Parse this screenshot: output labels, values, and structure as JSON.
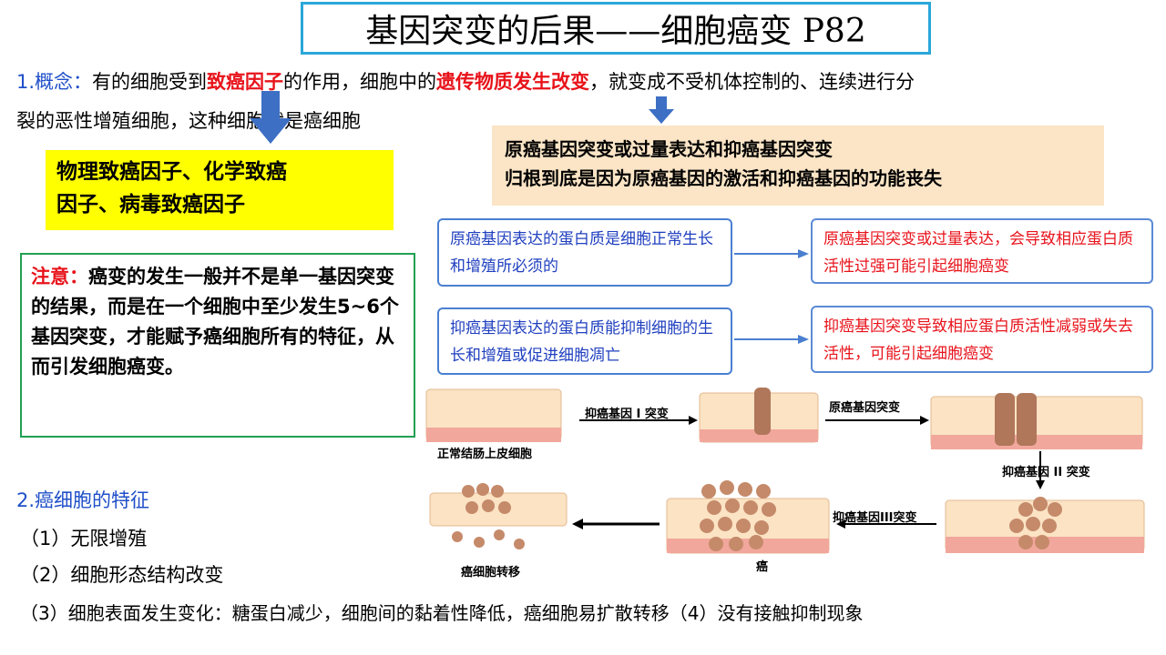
{
  "title": "基因突变的后果——细胞癌变 P82",
  "section1": {
    "number": "1.",
    "heading": "概念：",
    "text_a": "有的细胞受到",
    "highlight_a": "致癌因子",
    "text_b": "的作用，细胞中的",
    "highlight_b": "遗传物质发生改变",
    "text_c": "，就变成不受机体控制的、连续进行分",
    "line2": "裂的恶性增殖细胞，这种细胞就是癌细胞"
  },
  "carcinogen_box": {
    "line1": "物理致癌因子、化学致癌",
    "line2": "因子、病毒致癌因子"
  },
  "mechanism_box": {
    "line1": "原癌基因突变或过量表达和抑癌基因突变",
    "line2": "归根到底是因为原癌基因的激活和抑癌基因的功能丧失"
  },
  "note_box": {
    "label": "注意：",
    "text": "癌变的发生一般并不是单一基因突变的结果，而是在一个细胞中至少发生5~6个基因突变，才能赋予癌细胞所有的特征，从而引发细胞癌变。"
  },
  "gene_boxes": [
    {
      "text": "原癌基因表达的蛋白质是细胞正常生长和增殖所必须的",
      "color": "#1f3fbf"
    },
    {
      "text": "原癌基因突变或过量表达，会导致相应蛋白质活性过强可能引起细胞癌变",
      "color": "#e8131b"
    },
    {
      "text": "抑癌基因表达的蛋白质能抑制细胞的生长和增殖或促进细胞凋亡",
      "color": "#1f3fbf"
    },
    {
      "text": "抑癌基因突变导致相应蛋白质活性减弱或失去活性，可能引起细胞癌变",
      "color": "#e8131b"
    }
  ],
  "diagram": {
    "normal_label": "正常结肠上皮细胞",
    "step1": "抑癌基因 I 突变",
    "step2": "原癌基因突变",
    "step3": "抑癌基因 II 突变",
    "step4": "抑癌基因III突变",
    "cancer_label": "癌",
    "metastasis_label": "癌细胞转移"
  },
  "section2": {
    "heading": "2.癌细胞的特征",
    "item1": "（1）无限增殖",
    "item2": "（2）细胞形态结构改变",
    "item3": "（3）细胞表面发生变化：糖蛋白减少，细胞间的黏着性降低，癌细胞易扩散转移（4）没有接触抑制现象"
  },
  "colors": {
    "title_border": "#2aa7d9",
    "heading_blue": "#1f4fc8",
    "highlight_red": "#e8131b",
    "yellow": "#ffff00",
    "cream": "#fbe5c6",
    "note_border": "#22a052",
    "arrow_blue": "#3d6fc4"
  }
}
